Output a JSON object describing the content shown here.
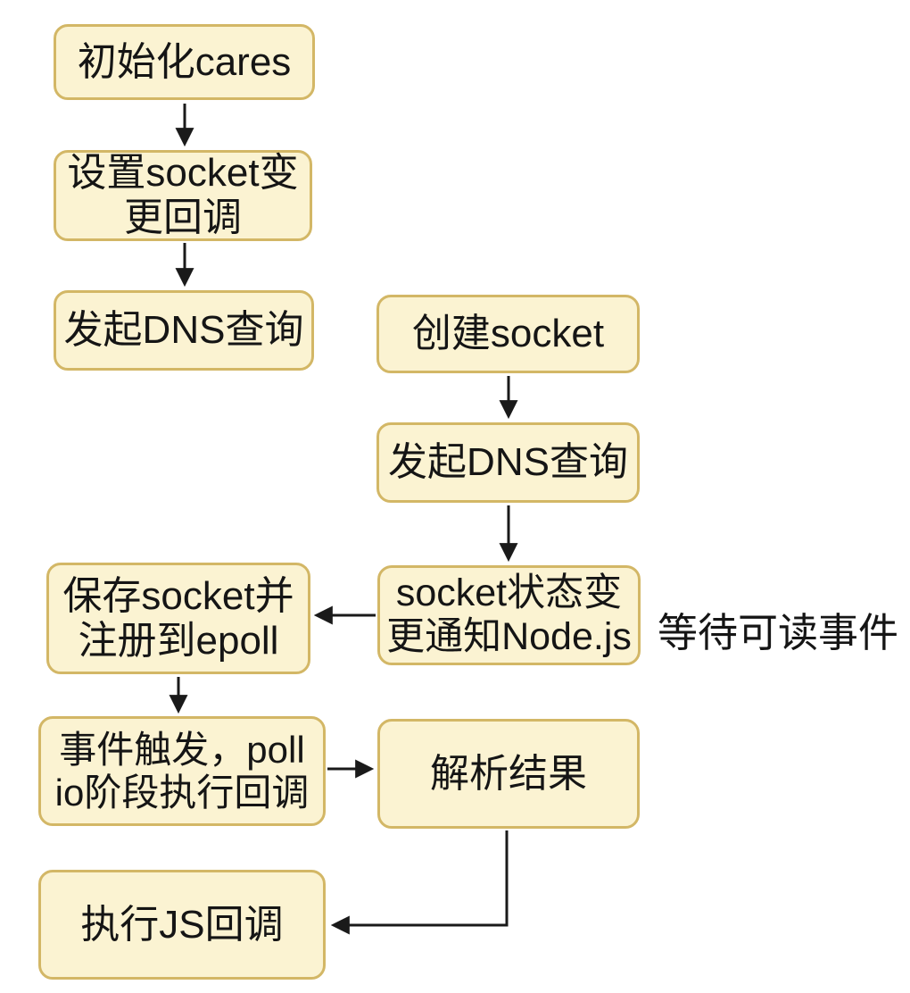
{
  "colors": {
    "background": "#ffffff",
    "node_fill": "#fbf3d2",
    "node_border": "#d3b766",
    "text": "#151515",
    "arrow": "#1a1a1a"
  },
  "diagram": {
    "type": "flowchart",
    "topic": "Node.js c-ares DNS 查询流程"
  },
  "nodes": [
    {
      "id": "init-cares",
      "label": "初始化cares"
    },
    {
      "id": "set-socket-callback",
      "label": "设置socket变\n更回调"
    },
    {
      "id": "dns-query-left",
      "label": "发起DNS查询"
    },
    {
      "id": "create-socket",
      "label": "创建socket"
    },
    {
      "id": "dns-query-mid",
      "label": "发起DNS查询"
    },
    {
      "id": "socket-state-change",
      "label": "socket状态变\n更通知Node.js"
    },
    {
      "id": "save-socket-epoll",
      "label": "保存socket并\n注册到epoll"
    },
    {
      "id": "event-trigger-poll",
      "label": "事件触发，poll\nio阶段执行回调"
    },
    {
      "id": "parse-result",
      "label": "解析结果"
    },
    {
      "id": "exec-js-callback",
      "label": "执行JS回调"
    }
  ],
  "annotations": [
    {
      "id": "wait-readable-label",
      "text": "等待可读事件"
    }
  ],
  "edges": [
    {
      "from": "init-cares",
      "to": "set-socket-callback",
      "direction": "down"
    },
    {
      "from": "set-socket-callback",
      "to": "dns-query-left",
      "direction": "down"
    },
    {
      "from": "create-socket",
      "to": "dns-query-mid",
      "direction": "down"
    },
    {
      "from": "dns-query-mid",
      "to": "socket-state-change",
      "direction": "down"
    },
    {
      "from": "socket-state-change",
      "to": "save-socket-epoll",
      "direction": "left"
    },
    {
      "from": "save-socket-epoll",
      "to": "event-trigger-poll",
      "direction": "down"
    },
    {
      "from": "event-trigger-poll",
      "to": "parse-result",
      "direction": "right"
    },
    {
      "from": "parse-result",
      "to": "exec-js-callback",
      "direction": "down-left-elbow"
    }
  ]
}
